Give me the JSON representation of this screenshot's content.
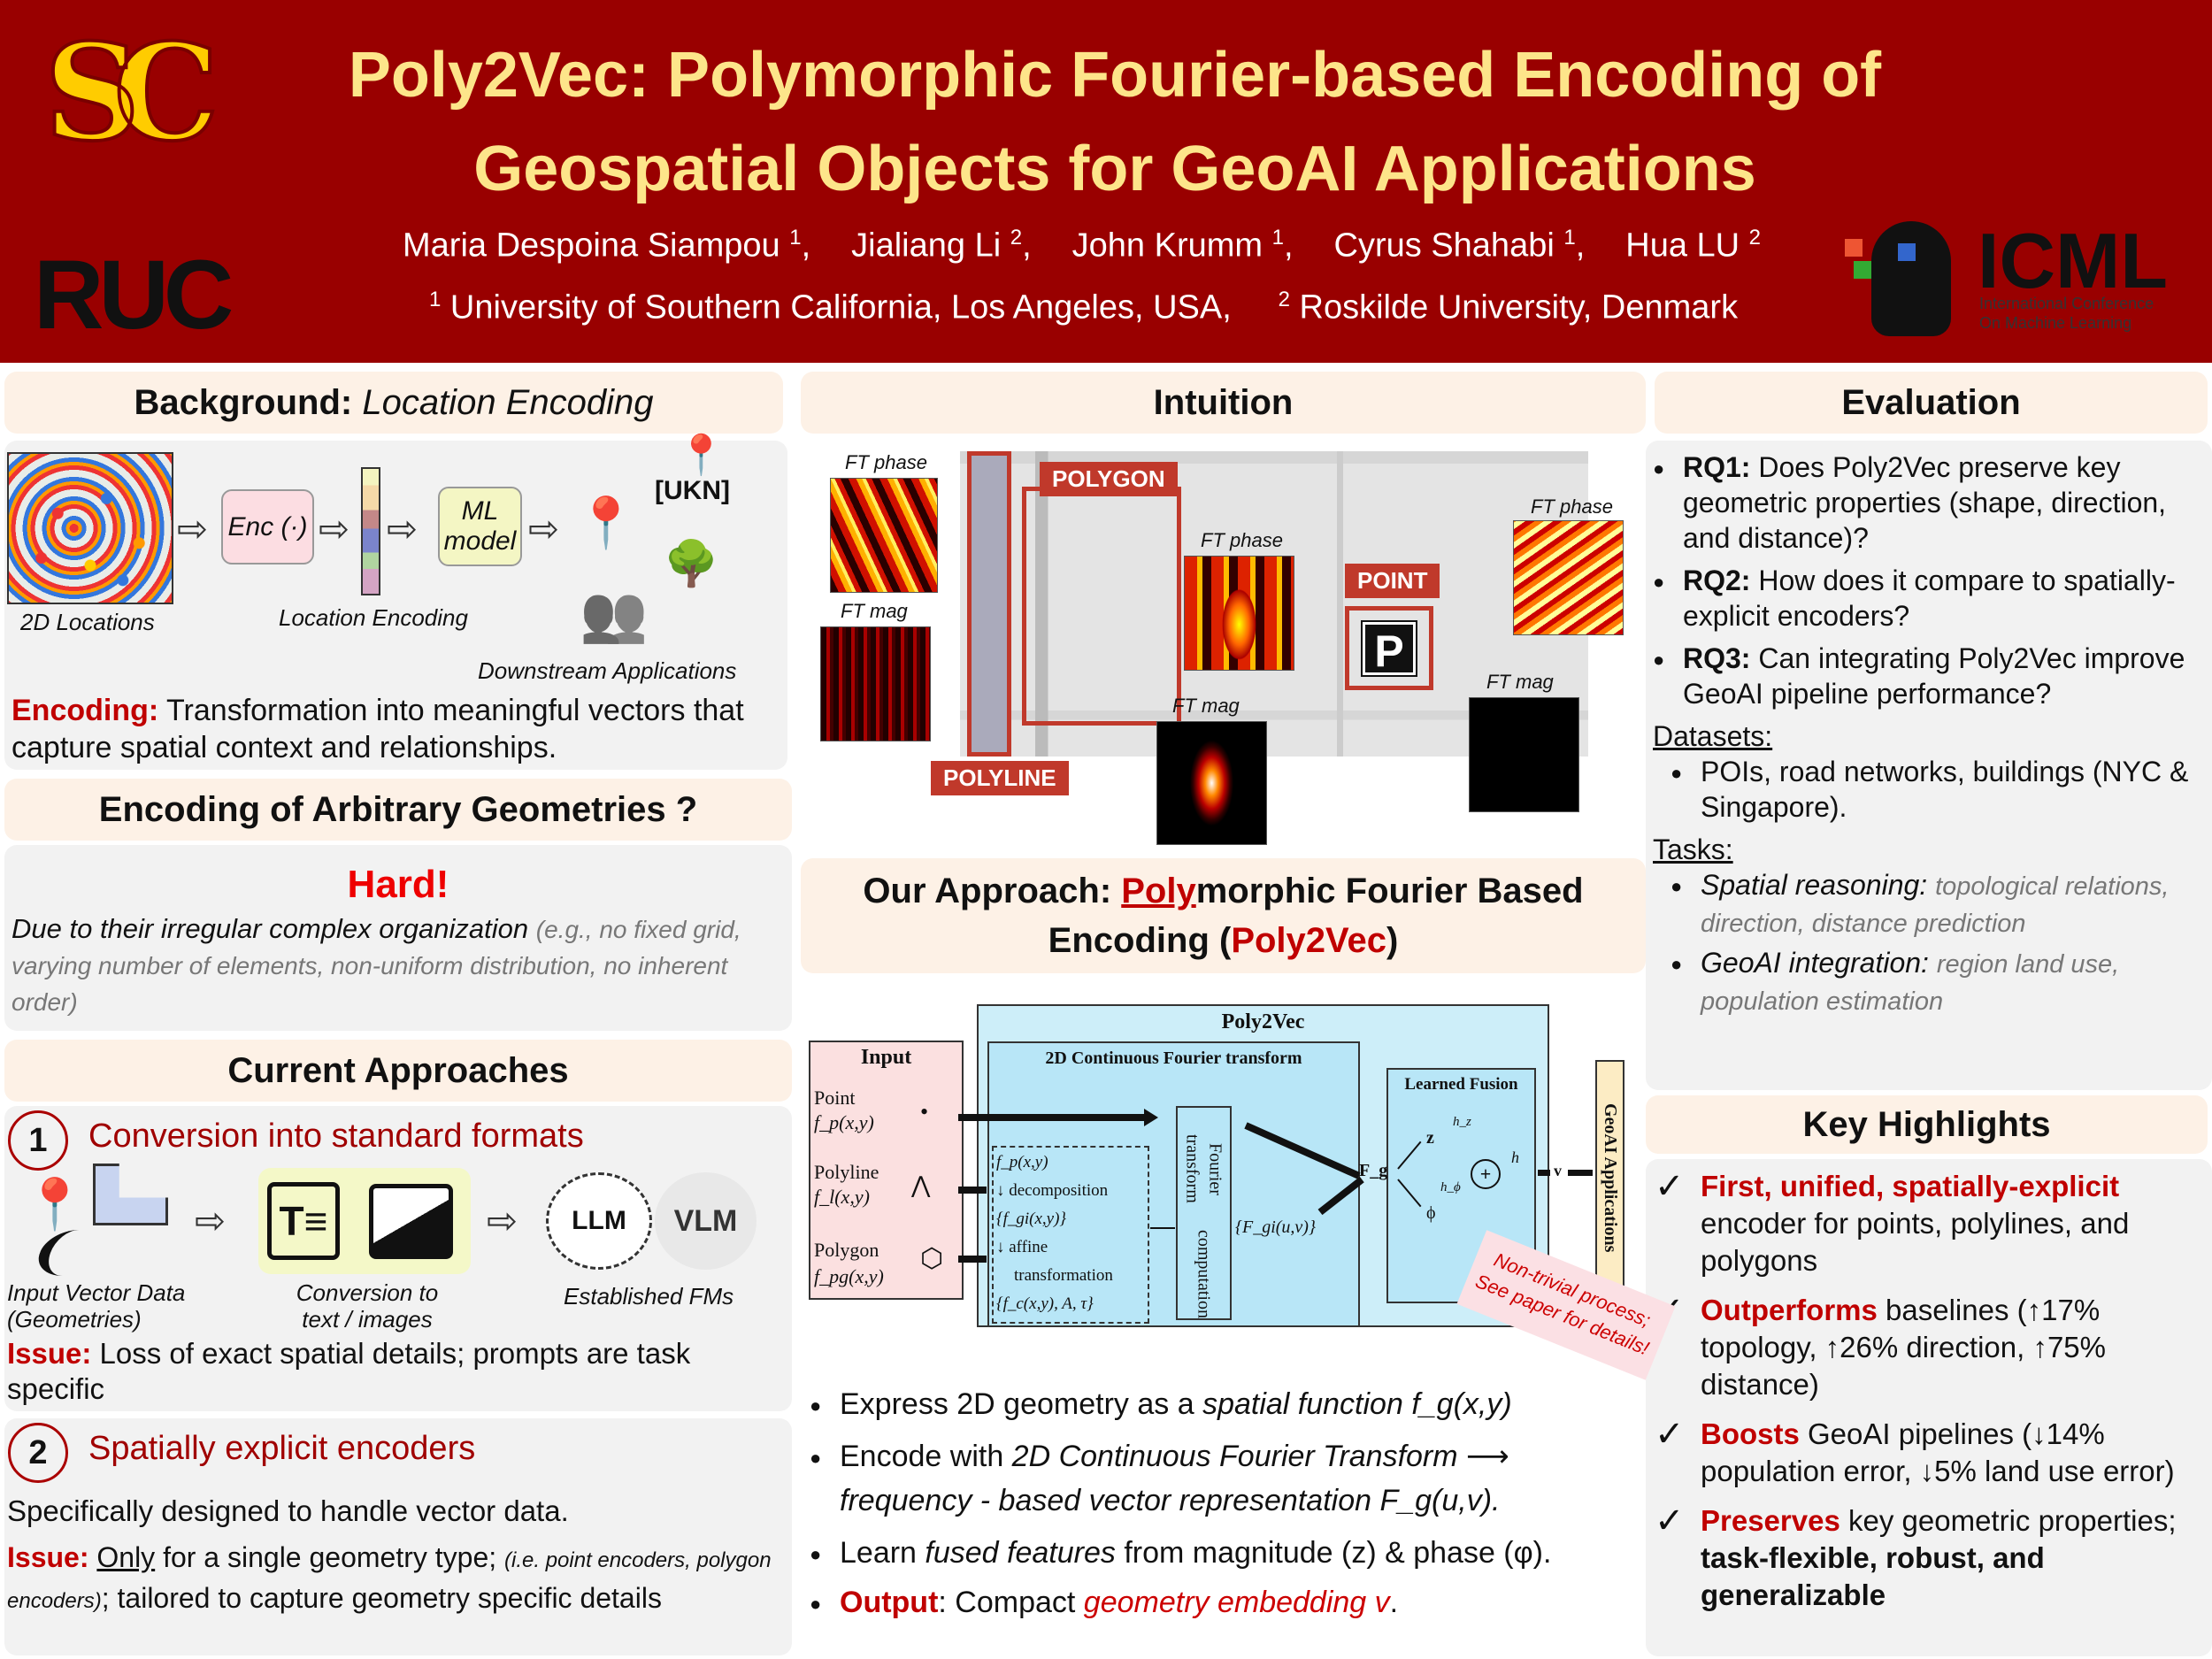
{
  "header": {
    "title_line1": "Poly2Vec: Polymorphic Fourier-based Encoding of",
    "title_line2": "Geospatial Objects for GeoAI Applications",
    "authors": [
      {
        "name": "Maria Despoina Siampou",
        "aff": "1"
      },
      {
        "name": "Jialiang Li",
        "aff": "2"
      },
      {
        "name": "John Krumm",
        "aff": "1"
      },
      {
        "name": "Cyrus Shahabi",
        "aff": "1"
      },
      {
        "name": "Hua LU",
        "aff": "2"
      }
    ],
    "affiliations": [
      {
        "num": "1",
        "text": "University of Southern California, Los Angeles, USA,"
      },
      {
        "num": "2",
        "text": "Roskilde University, Denmark"
      }
    ],
    "logos": {
      "usc": "SC",
      "ruc": "RUC",
      "icml": "ICML",
      "icml_sub1": "International Conference",
      "icml_sub2": "On Machine Learning"
    }
  },
  "background": {
    "heading_bold": "Background:",
    "heading_italic": "Location Encoding",
    "fig": {
      "locations": "2D Locations",
      "enc": "Enc (·)",
      "encoding": "Location Encoding",
      "ml1": "ML",
      "ml2": "model",
      "ukn": "[UKN]",
      "downstream": "Downstream Applications"
    },
    "def_label": "Encoding:",
    "def_text": "Transformation into meaningful vectors that capture spatial context and relationships."
  },
  "arbitrary": {
    "heading": "Encoding of Arbitrary Geometries ?",
    "hard": "Hard!",
    "reason": "Due to their irregular complex organization",
    "reason_gray": "(e.g., no fixed grid, varying number of elements, non-uniform distribution, no inherent order)"
  },
  "current": {
    "heading": "Current Approaches",
    "a1": {
      "num": "1",
      "title": "Conversion into standard formats",
      "input_caption": "Input Vector Data (Geometries)",
      "conv_caption": "Conversion to text / images",
      "fm_caption": "Established FMs",
      "llm": "LLM",
      "vlm": "VLM",
      "issue_label": "Issue:",
      "issue_text": "Loss of exact spatial details; prompts are task specific"
    },
    "a2": {
      "num": "2",
      "title": "Spatially explicit encoders",
      "desc": "Specifically designed to handle vector data.",
      "issue_label": "Issue:",
      "issue_only": "Only",
      "issue_text1": "for a single geometry type;",
      "issue_small": "(i.e. point encoders, polygon encoders)",
      "issue_text2": "; tailored to capture geometry specific details"
    }
  },
  "intuition": {
    "heading": "Intuition",
    "polygon": "POLYGON",
    "polyline": "POLYLINE",
    "point": "POINT",
    "ft_phase": "FT phase",
    "ft_mag": "FT mag"
  },
  "approach": {
    "heading_pre": "Our Approach: ",
    "heading_poly": "Poly",
    "heading_mid": "morphic Fourier Based",
    "heading_line2_pre": "Encoding (",
    "heading_name": "Poly2Vec",
    "heading_line2_post": ")",
    "diagram": {
      "input": "Input",
      "point": "Point",
      "fp": "f_p(x,y)",
      "polyline": "Polyline",
      "fl": "f_l(x,y)",
      "polygon": "Polygon",
      "fpg": "f_pg(x,y)",
      "poly2vec": "Poly2Vec",
      "cft": "2D Continuous Fourier transform",
      "decomp": "decomposition",
      "fgi": "{f_gi(x,y)}",
      "affine": "affine",
      "transformation": "transformation",
      "fc": "{f_c(x,y), A, τ}",
      "ftc1": "Fourier transform",
      "ftc2": "computation",
      "Fgi": "{F_gi(u,v)}",
      "Fg": "F_g",
      "fusion": "Learned Fusion",
      "z": "z",
      "phi": "ϕ",
      "hz": "h_z",
      "hphi": "h_ϕ",
      "h": "h",
      "v": "v",
      "geoai": "GeoAI Applications"
    },
    "note": "Non-trivial process; See paper for details!",
    "bullets": [
      {
        "pre": "Express 2D geometry as a ",
        "it": "spatial function f",
        "post": "_g(x,y)"
      },
      {
        "pre": "Encode with ",
        "it": "2D Continuous Fourier Transform ⟶ frequency - based vector representation F",
        "post": "_g(u,v)."
      },
      {
        "pre": "Learn ",
        "it": "fused features",
        "post": " from magnitude (z) & phase (φ)."
      },
      {
        "label": "Output",
        "pre": ": Compact ",
        "it": "geometry embedding v",
        "post": "."
      }
    ]
  },
  "evaluation": {
    "heading": "Evaluation",
    "rqs": [
      {
        "label": "RQ1:",
        "text": "Does Poly2Vec preserve key geometric properties (shape, direction, and distance)?"
      },
      {
        "label": "RQ2:",
        "text": "How does it compare to spatially-explicit encoders?"
      },
      {
        "label": "RQ3:",
        "text": "Can integrating Poly2Vec improve GeoAI pipeline performance?"
      }
    ],
    "datasets_label": "Datasets:",
    "datasets": "POIs, road networks, buildings (NYC & Singapore).",
    "tasks_label": "Tasks:",
    "tasks": [
      {
        "it": "Spatial reasoning:",
        "gray": "topological relations, direction, distance prediction"
      },
      {
        "it": "GeoAI integration:",
        "gray": "region land use, population estimation"
      }
    ]
  },
  "highlights": {
    "heading": "Key Highlights",
    "items": [
      {
        "red": "First, unified, spatially-explicit",
        "text": " encoder for points, polylines, and polygons"
      },
      {
        "red": "Outperforms",
        "text": " baselines (↑17% topology, ↑26% direction, ↑75% distance)"
      },
      {
        "red": "Boosts",
        "text": " GeoAI pipelines (↓14% population error, ↓5% land use error)"
      },
      {
        "red": "Preserves",
        "text": " key geometric properties; ",
        "bold": "task-flexible, robust, and generalizable"
      }
    ]
  }
}
